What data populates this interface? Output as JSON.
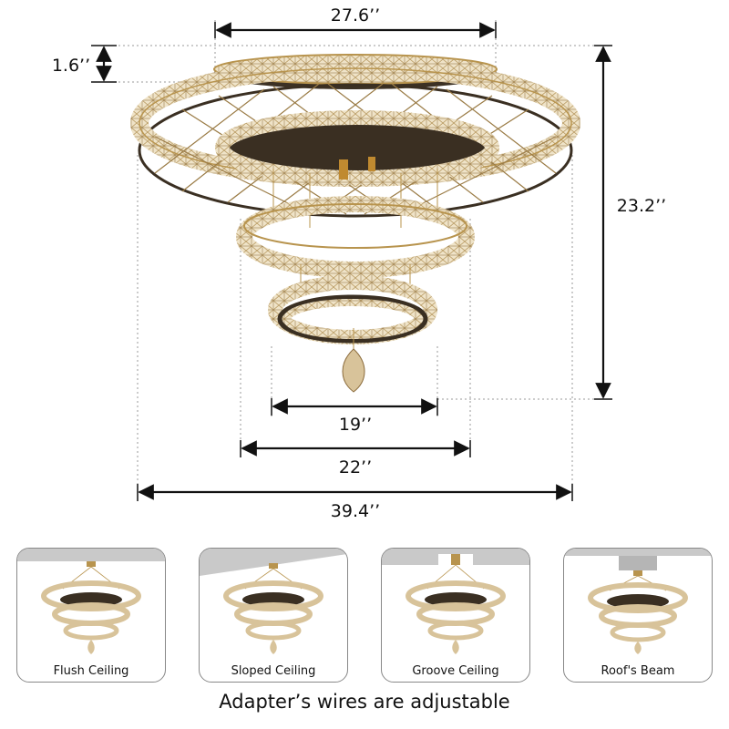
{
  "dimensions": {
    "top_width": "27.6’’",
    "base_height": "1.6’’",
    "overall_height": "23.2’’",
    "bottom_ring_width": "19’’",
    "middle_ring_width": "22’’",
    "outer_ring_width": "39.4’’"
  },
  "installations": [
    {
      "label": "Flush Ceiling",
      "icon": "flush-ceiling-icon"
    },
    {
      "label": "Sloped Ceiling",
      "icon": "sloped-ceiling-icon"
    },
    {
      "label": "Groove Ceiling",
      "icon": "groove-ceiling-icon"
    },
    {
      "label": "Roof's Beam",
      "icon": "roof-beam-icon"
    }
  ],
  "footer": "Adapter’s wires are adjustable",
  "colors": {
    "gold": "#b8944e",
    "crystal": "#e9dcc0",
    "dark": "#3a2f22",
    "line": "#111111"
  }
}
